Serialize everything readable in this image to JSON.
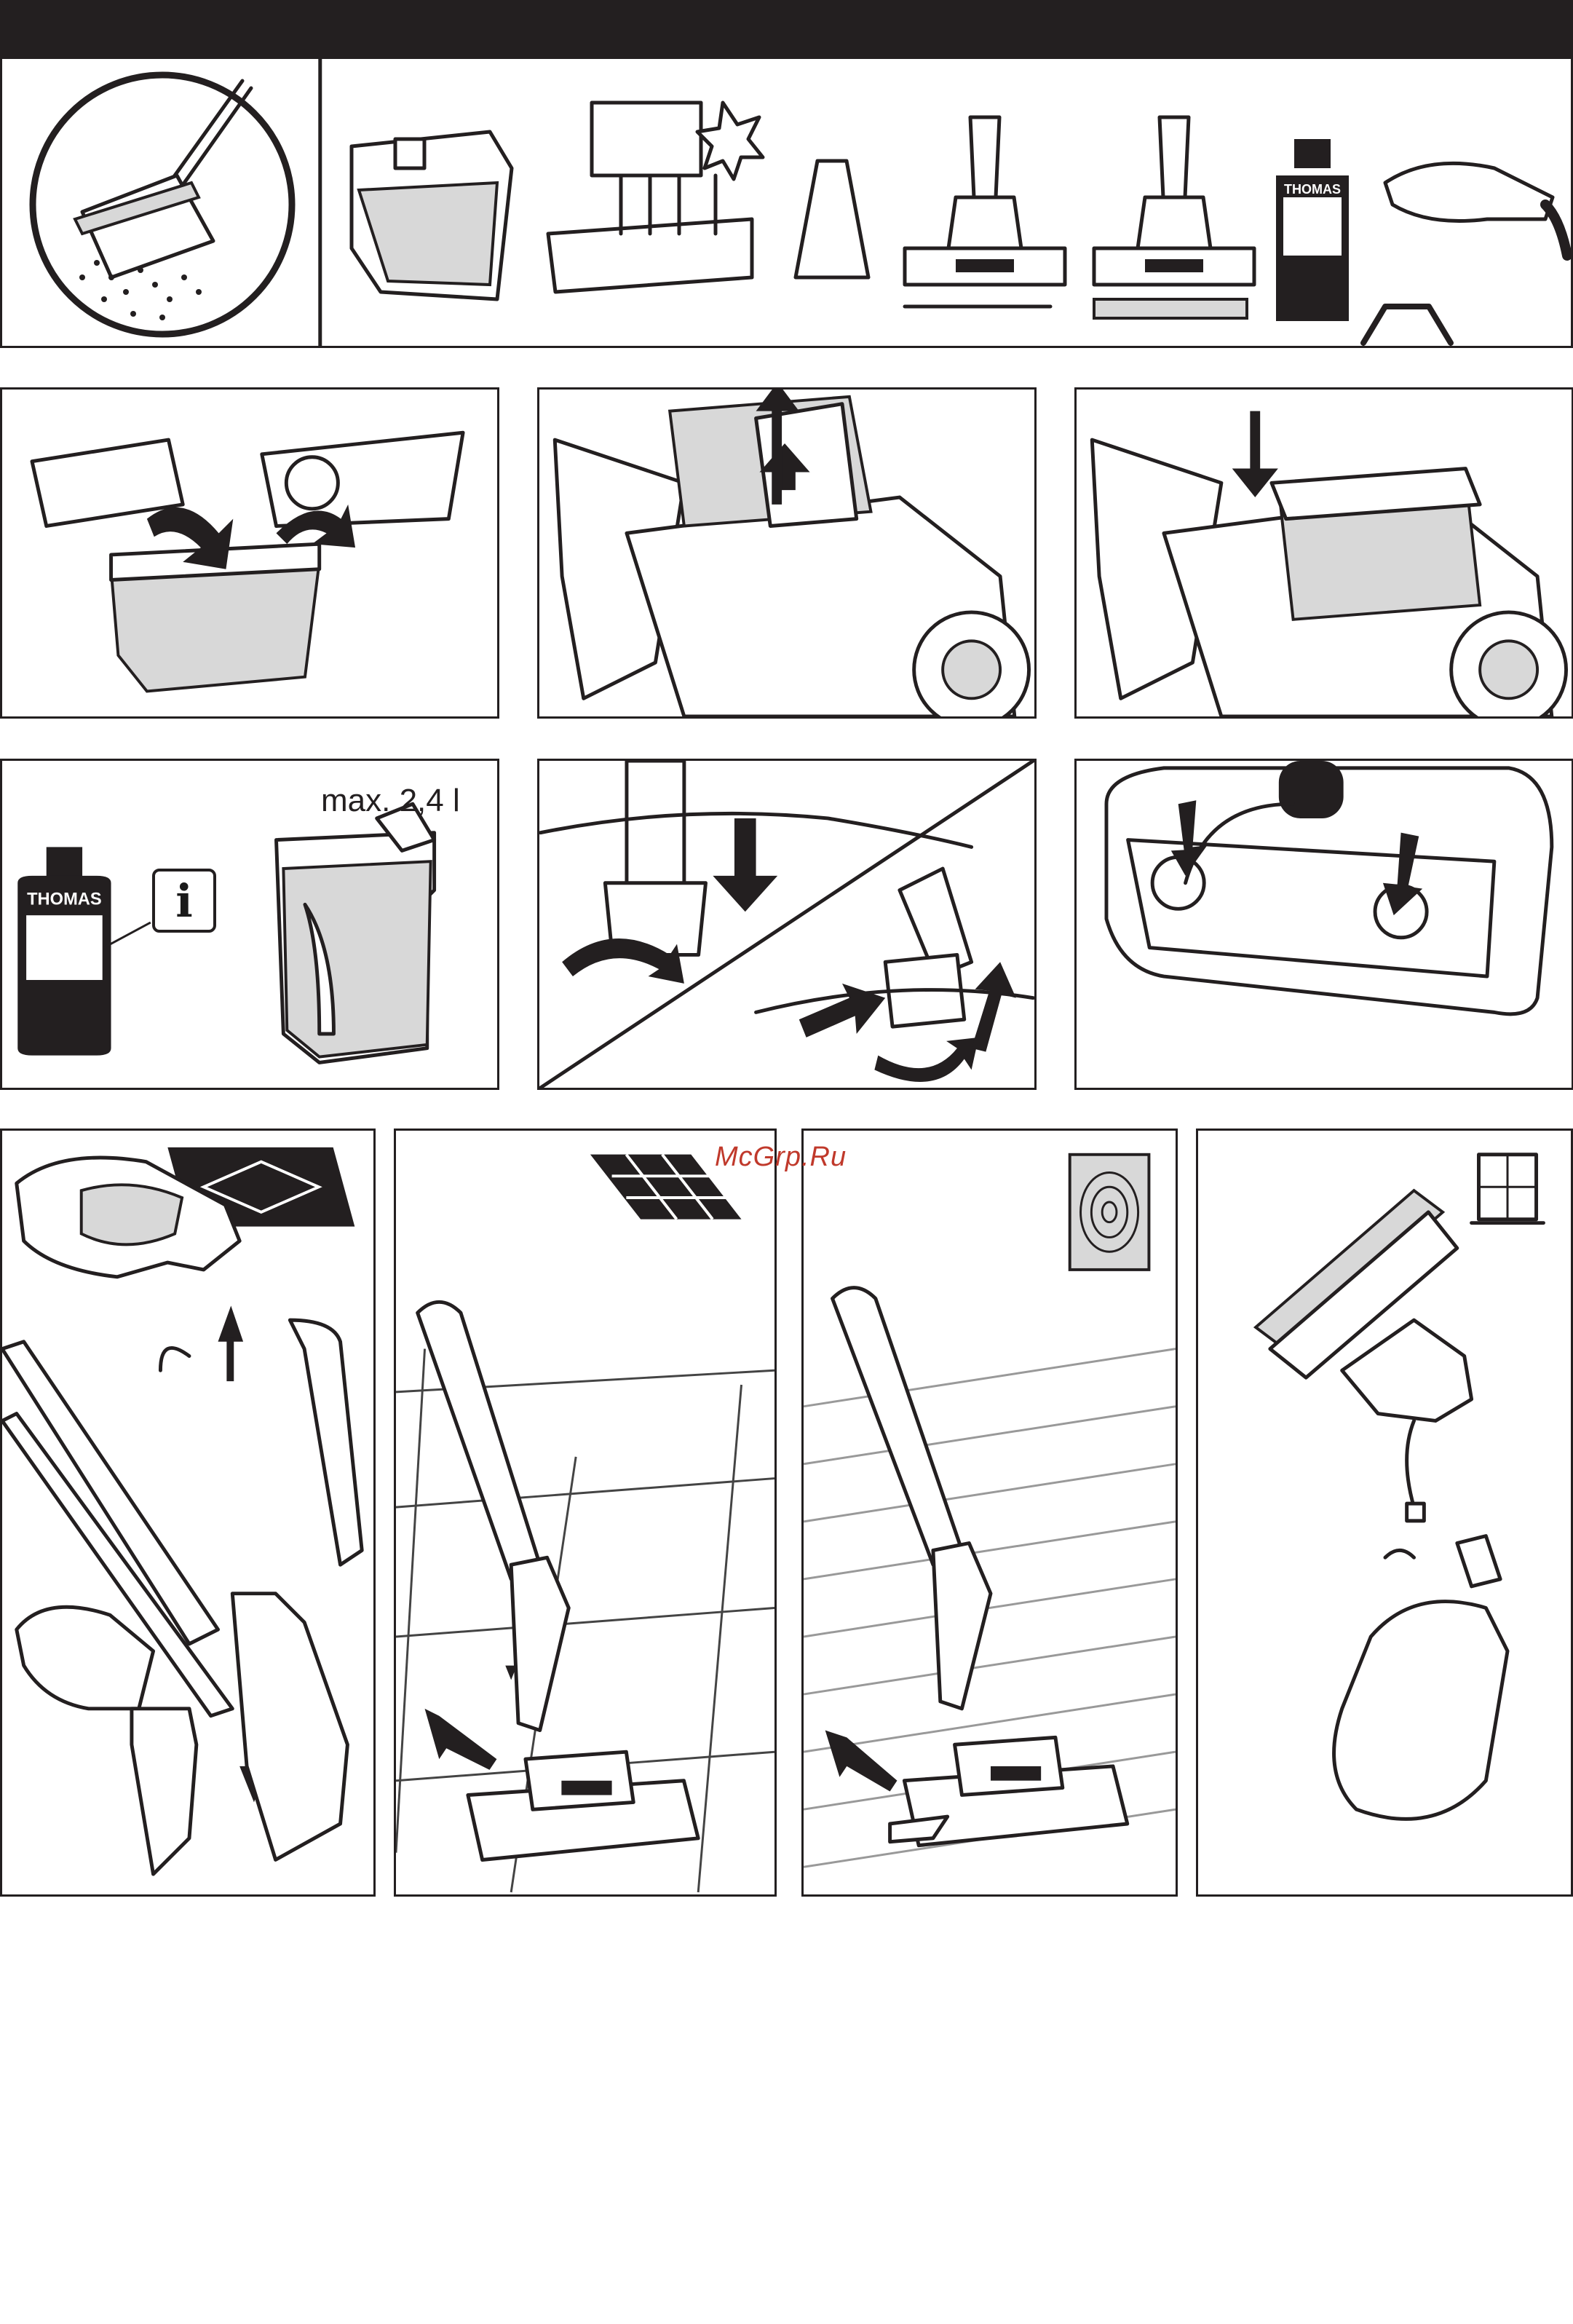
{
  "header": {
    "bar_color": "#231f20"
  },
  "accessories": {
    "items": [
      "mouse-circle-icon",
      "water-tank-icon",
      "filter-insert-icon",
      "crevice-nozzle-icon",
      "floor-nozzle-hard-icon",
      "floor-nozzle-carpet-icon",
      "detergent-bottle-icon",
      "handle-hose-icon",
      "clip-icon"
    ]
  },
  "steps": {
    "fill_label": "max. 2,4 l",
    "info_symbol": "i",
    "bottle_brand": "THOMAS"
  },
  "watermark": {
    "text": "McGrp.Ru",
    "color": "#c0392b"
  }
}
